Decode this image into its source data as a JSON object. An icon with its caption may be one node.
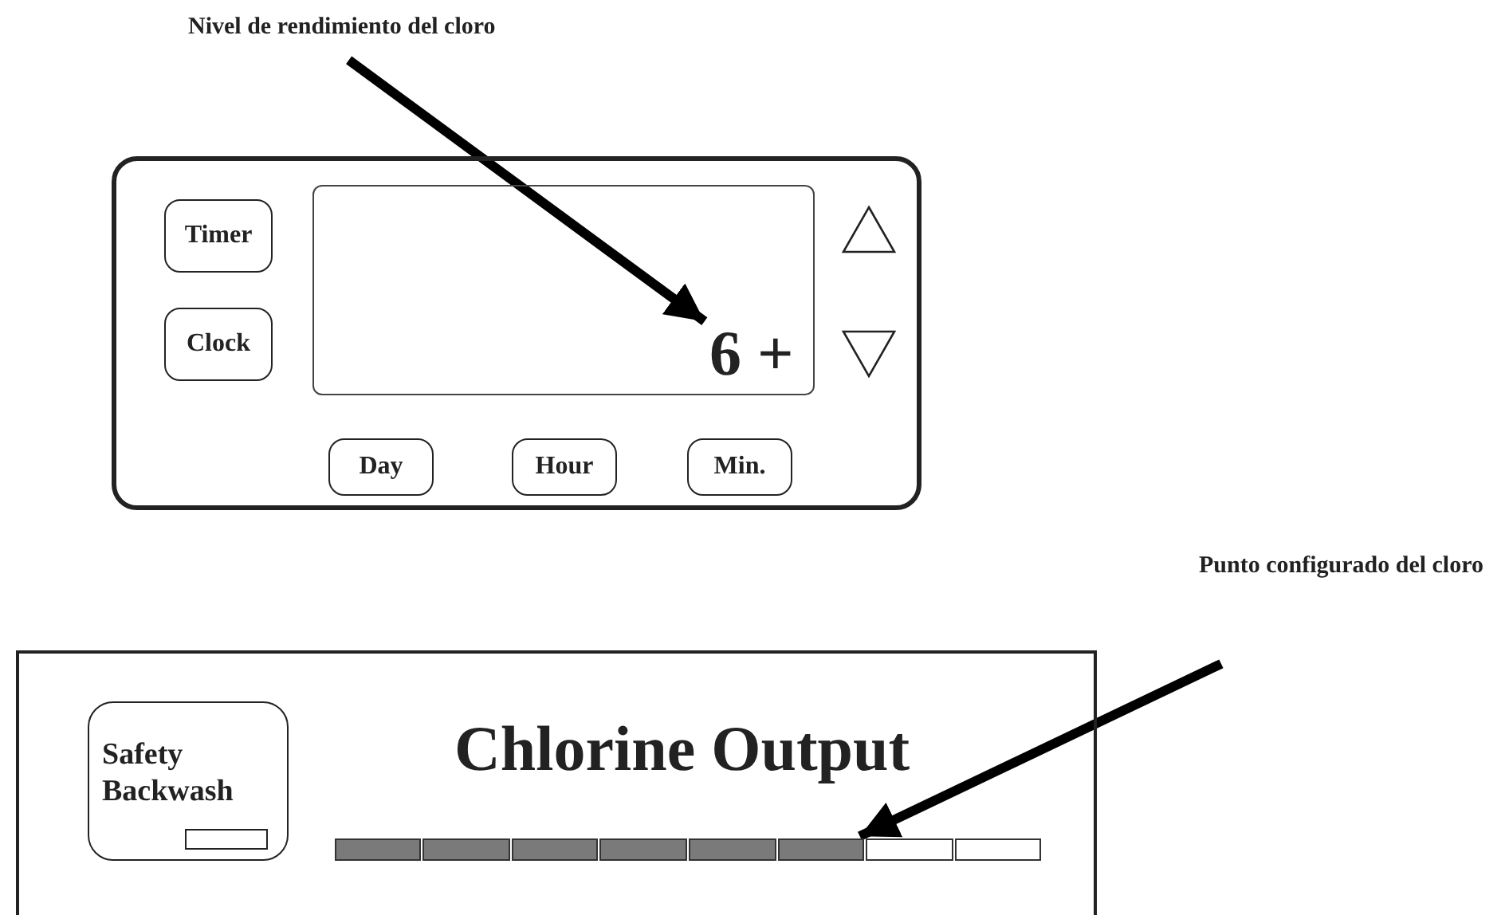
{
  "diagram": {
    "nodes": [
      {
        "text": [
          "Nivel de rendimiento del cloro"
        ]
      },
      {
        "text": [],
        "shape": "box"
      },
      {
        "text": [
          "Timer"
        ],
        "in": 1
      },
      {
        "text": [
          "Clock"
        ],
        "in": 1
      },
      {
        "text": [],
        "shape": "box",
        "in": 1
      },
      {
        "text": [
          "6 +"
        ],
        "in": 4
      },
      {
        "text": [],
        "shape": "triangle",
        "in": 1
      },
      {
        "text": [],
        "shape": "triangle",
        "in": 1
      },
      {
        "text": [
          "Day"
        ],
        "in": 1
      },
      {
        "text": [
          "Hour"
        ],
        "in": 1
      },
      {
        "text": [
          "Min."
        ],
        "in": 1
      },
      {
        "text": [
          "Punto configurado del cloro"
        ]
      },
      {
        "text": [],
        "shape": "box"
      },
      {
        "text": [
          "Safety Backwash"
        ],
        "in": 12
      },
      {
        "text": [],
        "shape": "box",
        "in": 13
      },
      {
        "text": [],
        "shape": "bar",
        "in": 12
      },
      {
        "text": [],
        "shape": "bar",
        "in": 12
      },
      {
        "text": [],
        "shape": "bar",
        "in": 12
      },
      {
        "text": [],
        "shape": "bar",
        "in": 12
      },
      {
        "text": [],
        "shape": "bar",
        "in": 12
      },
      {
        "text": [],
        "shape": "bar",
        "in": 12
      },
      {
        "text": [],
        "shape": "bar",
        "in": 12
      },
      {
        "text": [],
        "shape": "bar",
        "in": 12
      }
    ],
    "edges": [
      {
        "from": 0,
        "to": 5,
        "arrow": "to"
      },
      {
        "from": 11,
        "to": 20,
        "arrow": "to"
      }
    ],
    "labels": [
      "Chlorine Output"
    ]
  }
}
